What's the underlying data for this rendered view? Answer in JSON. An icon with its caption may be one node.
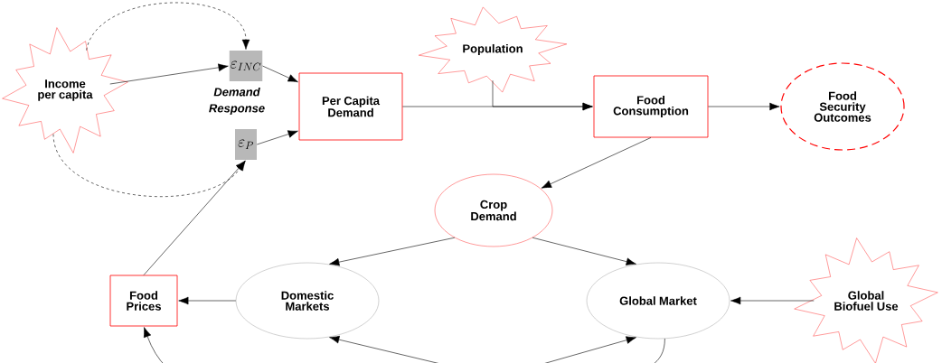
{
  "diagram": {
    "nodes": [
      {
        "text": [
          "Income per capita"
        ]
      },
      {
        "text": [
          "\\varepsilon_{INC}"
        ]
      },
      {
        "text": [
          "\\varepsilon_{P}"
        ]
      },
      {
        "text": [
          "Per Capita Demand"
        ]
      },
      {
        "text": [
          "Population"
        ]
      },
      {
        "text": [
          "Food Consumption"
        ]
      },
      {
        "text": [
          "Food Security Outcomes"
        ]
      },
      {
        "text": [
          "Crop Demand"
        ]
      },
      {
        "text": [
          "Food Prices"
        ]
      },
      {
        "text": [
          "Domestic Markets"
        ]
      },
      {
        "text": [
          "Global Market"
        ]
      },
      {
        "text": [
          "Global Biofuel Use"
        ]
      }
    ],
    "edges": [
      {
        "from": 0,
        "to": 1,
        "arrow": "to"
      },
      {
        "from": 0,
        "to": 1,
        "arrow": "to",
        "style": "dashed"
      },
      {
        "from": 0,
        "to": 2,
        "arrow": "to",
        "style": "dashed"
      },
      {
        "from": 1,
        "to": 3,
        "arrow": "to"
      },
      {
        "from": 2,
        "to": 3,
        "arrow": "to"
      },
      {
        "from": 3,
        "to": 5,
        "arrow": "to"
      },
      {
        "from": 4,
        "to": 5,
        "arrow": "to"
      },
      {
        "from": 5,
        "to": 6,
        "arrow": "to"
      },
      {
        "from": 5,
        "to": 7,
        "arrow": "to"
      },
      {
        "from": 7,
        "to": 9,
        "arrow": "to"
      },
      {
        "from": 7,
        "to": 10,
        "arrow": "to"
      },
      {
        "from": 9,
        "to": 8,
        "arrow": "to"
      },
      {
        "from": 11,
        "to": 10,
        "arrow": "to"
      },
      {
        "from": 8,
        "to": 2,
        "arrow": "to"
      },
      {
        "from": null,
        "to": 8,
        "arrow": "to"
      },
      {
        "from": null,
        "to": 9,
        "arrow": "to"
      },
      {
        "from": null,
        "to": 10,
        "arrow": "to"
      },
      {
        "from": 10,
        "to": null,
        "arrow": "none"
      }
    ],
    "labels": [
      "Demand Response"
    ]
  }
}
